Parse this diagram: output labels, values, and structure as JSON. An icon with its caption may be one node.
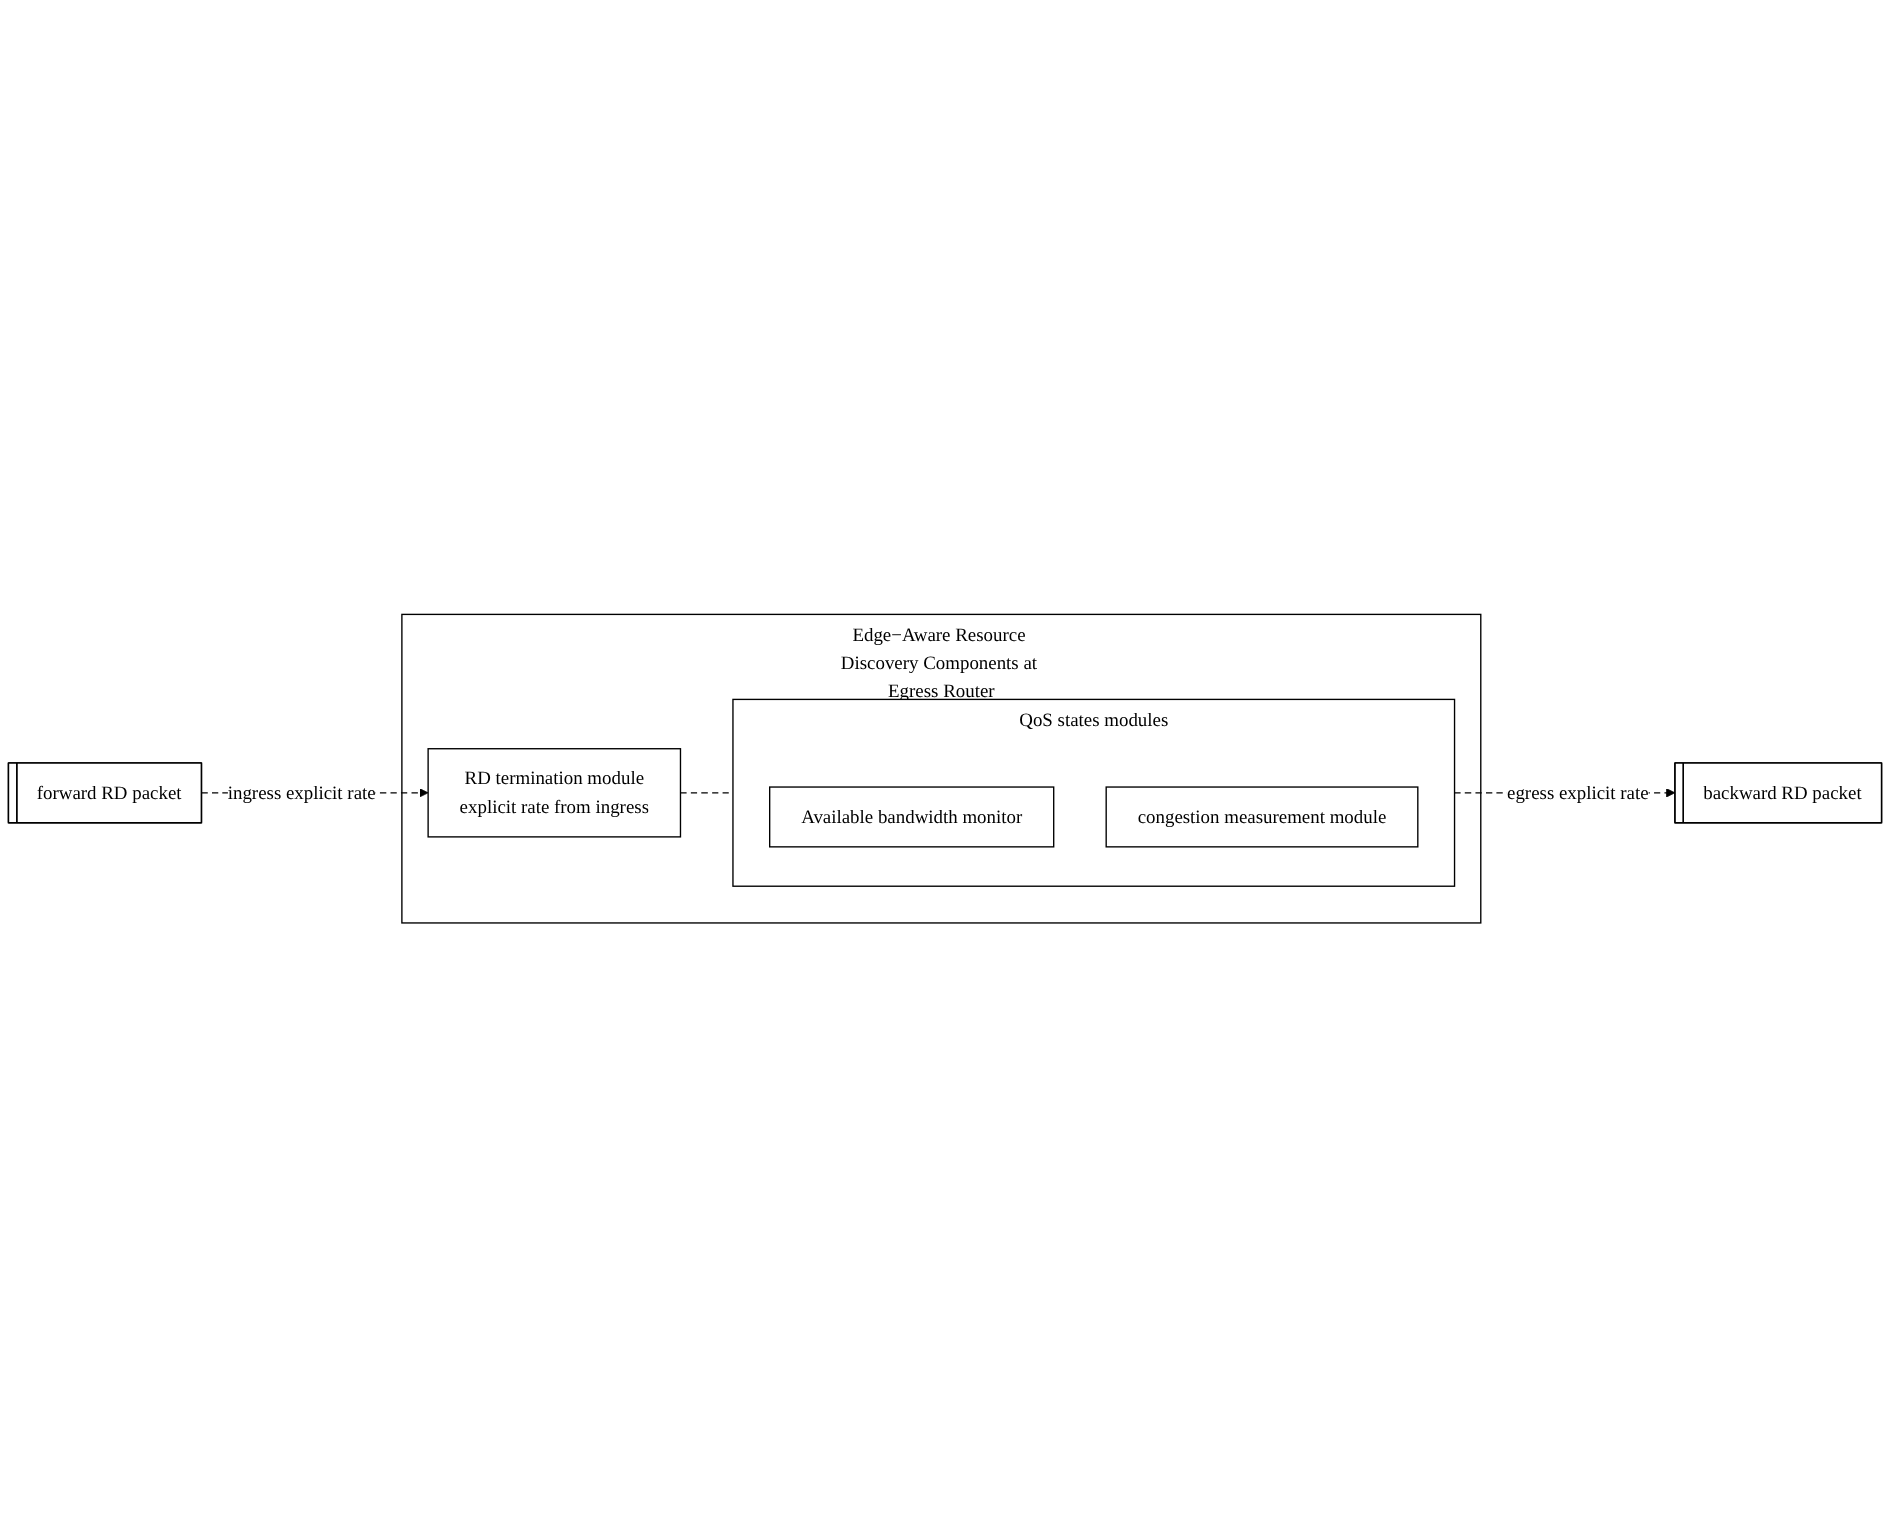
{
  "diagram": {
    "nodes": [
      {
        "text": [
          "Edge−Aware Resource Discovery Components at Egress Router"
        ]
      },
      {
        "text": [
          "forward RD packet"
        ]
      },
      {
        "text": [
          "RD termination module",
          "explicit rate from ingress"
        ],
        "in": 0
      },
      {
        "text": [
          "QoS states modules"
        ],
        "in": 0
      },
      {
        "text": [
          "Available bandwidth monitor"
        ],
        "in": 3
      },
      {
        "text": [
          "congestion measurement module"
        ],
        "in": 3
      },
      {
        "text": [
          "backward RD packet"
        ]
      }
    ],
    "edges": [
      {
        "from": 1,
        "to": 2,
        "arrow": "to",
        "label": "ingress explicit rate",
        "style": "dashed"
      },
      {
        "from": 2,
        "to": 3,
        "arrow": "none",
        "style": "dashed"
      },
      {
        "from": 3,
        "to": 6,
        "arrow": "to",
        "label": "egress explicit rate",
        "style": "dashed"
      }
    ]
  }
}
